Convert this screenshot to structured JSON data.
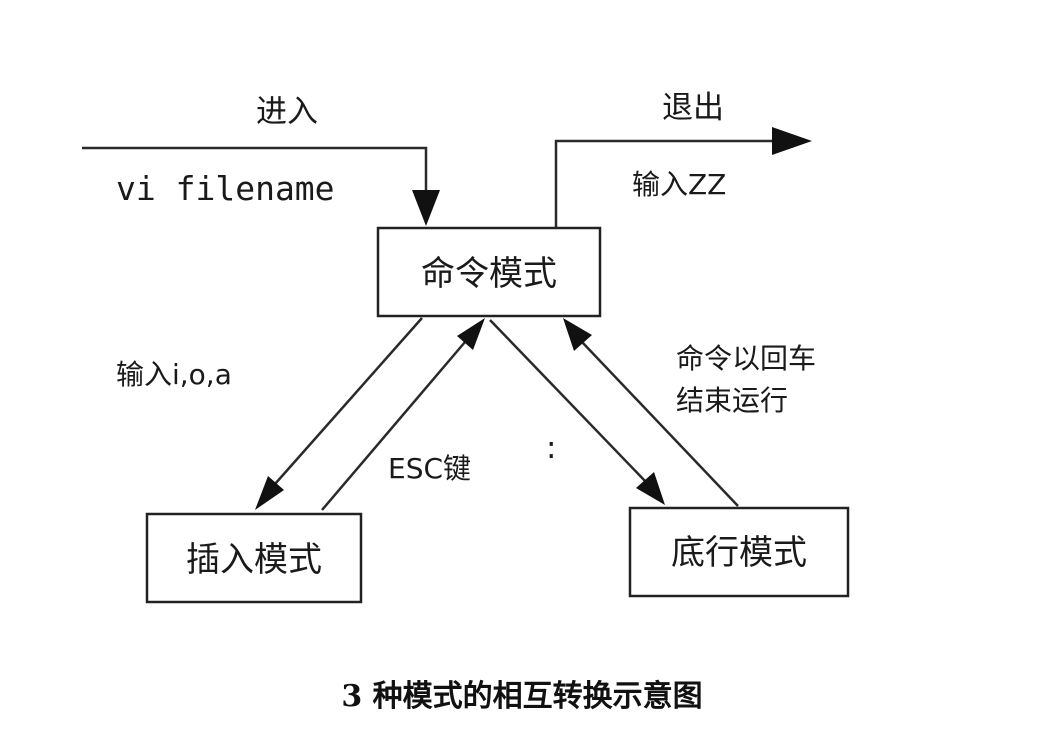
{
  "nodes": {
    "command_mode": "命令模式",
    "insert_mode": "插入模式",
    "last_line_mode": "底行模式"
  },
  "labels": {
    "enter": "进入",
    "enter_command": "vi filename",
    "exit": "退出",
    "exit_command": "输入ZZ",
    "to_insert": "输入i,o,a",
    "esc_key": "ESC键",
    "colon": ":",
    "run_line1": "命令以回车",
    "run_line2": "结束运行"
  },
  "caption": "3 种模式的相互转换示意图"
}
